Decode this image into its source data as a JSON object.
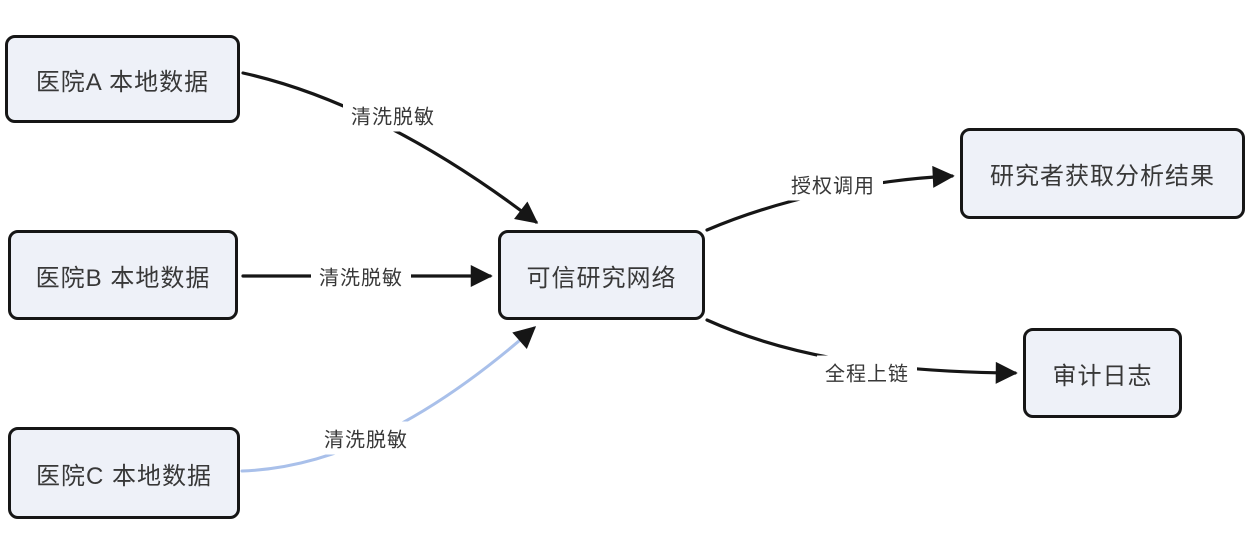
{
  "diagram": {
    "nodes": {
      "hospital_a": {
        "label": "医院A 本地数据"
      },
      "hospital_b": {
        "label": "医院B 本地数据"
      },
      "hospital_c": {
        "label": "医院C 本地数据"
      },
      "network": {
        "label": "可信研究网络"
      },
      "research": {
        "label": "研究者获取分析结果"
      },
      "audit": {
        "label": "审计日志"
      }
    },
    "edges": {
      "a_to_network": {
        "label": "清洗脱敏",
        "from": "hospital_a",
        "to": "network",
        "color": "#161616"
      },
      "b_to_network": {
        "label": "清洗脱敏",
        "from": "hospital_b",
        "to": "network",
        "color": "#161616"
      },
      "c_to_network": {
        "label": "清洗脱敏",
        "from": "hospital_c",
        "to": "network",
        "color": "#a9c0ea"
      },
      "network_to_research": {
        "label": "授权调用",
        "from": "network",
        "to": "research",
        "color": "#161616"
      },
      "network_to_audit": {
        "label": "全程上链",
        "from": "network",
        "to": "audit",
        "color": "#161616"
      }
    },
    "colors": {
      "node_fill": "#eef1f8",
      "node_border": "#161616",
      "edge_black": "#161616",
      "edge_blue": "#a9c0ea",
      "text": "#383838",
      "background": "#ffffff"
    }
  }
}
